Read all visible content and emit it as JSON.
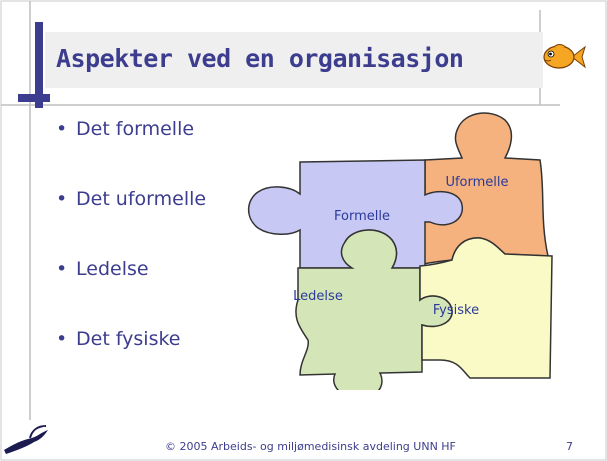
{
  "slide": {
    "title": "Aspekter ved en organisasjon",
    "bullets": [
      {
        "marker": "•",
        "text": "Det formelle"
      },
      {
        "marker": "•",
        "text": "Det uformelle"
      },
      {
        "marker": "•",
        "text": "Ledelse"
      },
      {
        "marker": "•",
        "text": "Det fysiske"
      }
    ],
    "puzzle": {
      "pieces": [
        {
          "label": "Formelle",
          "color": "#c8c8f4"
        },
        {
          "label": "Uformelle",
          "color": "#f6b27e"
        },
        {
          "label": "Ledelse",
          "color": "#d4e6b8"
        },
        {
          "label": "Fysiske",
          "color": "#fafac6"
        }
      ]
    },
    "footer": "© 2005 Arbeids- og miljømedisinsk avdeling UNN HF",
    "page_number": "7",
    "colors": {
      "title": "#3d3d8f",
      "accent_bar": "#3d3d8f",
      "fish": "#f5a623"
    },
    "icons": [
      "goldfish-icon",
      "seabird-logo"
    ]
  }
}
